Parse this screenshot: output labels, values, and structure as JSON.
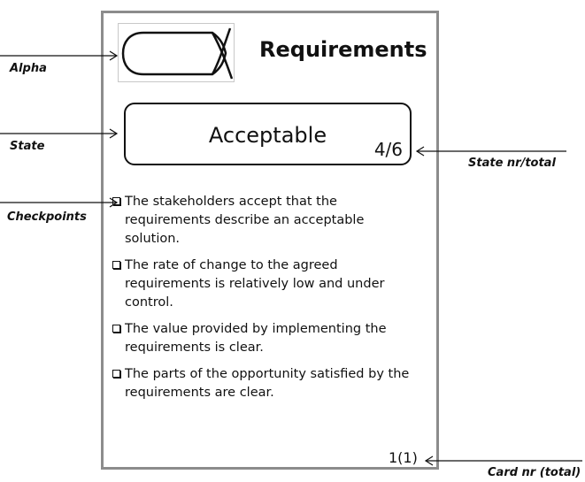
{
  "card": {
    "alpha_name": "Requirements",
    "state": "Acceptable",
    "state_nr": "4/6",
    "checkpoints": [
      {
        "text": "The stakeholders accept that the requirements describe an acceptable solution."
      },
      {
        "text": "The rate of change to the agreed requirements is relatively low and under control."
      },
      {
        "text": "The value provided by implementing the requirements is clear."
      },
      {
        "text": "The parts of the opportunity satisfied by the requirements are clear."
      }
    ],
    "card_nr": "1(1)"
  },
  "annotations": {
    "alpha": "Alpha",
    "state": "State",
    "state_total": "State nr/total",
    "checkpoints": "Checkpoints",
    "card_total": "Card nr (total)"
  }
}
